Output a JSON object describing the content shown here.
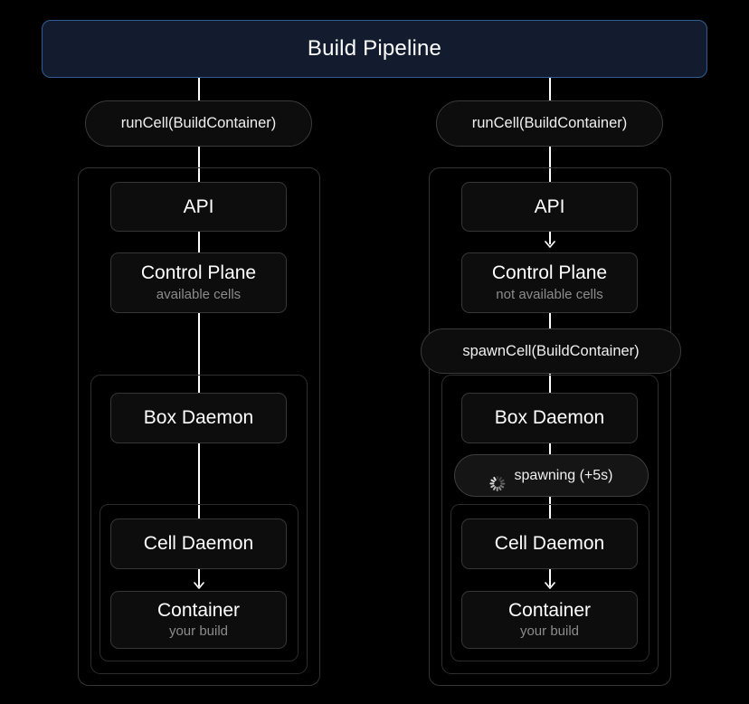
{
  "header": {
    "title": "Build Pipeline",
    "fill": "#121c2e",
    "border": "#2f5d93"
  },
  "left_branch": {
    "call_pill": "runCell(BuildContainer)",
    "nodes": {
      "api": {
        "title": "API"
      },
      "control_plane": {
        "title": "Control Plane",
        "subtitle": "available cells"
      },
      "box_daemon": {
        "title": "Box Daemon"
      },
      "cell_daemon": {
        "title": "Cell Daemon"
      },
      "container": {
        "title": "Container",
        "subtitle": "your build"
      }
    }
  },
  "right_branch": {
    "call_pill": "runCell(BuildContainer)",
    "spawn_pill": "spawnCell(BuildContainer)",
    "status_pill": {
      "label": "spawning (+5s)",
      "icon": "spinner-icon"
    },
    "nodes": {
      "api": {
        "title": "API"
      },
      "control_plane": {
        "title": "Control Plane",
        "subtitle": "not available cells"
      },
      "box_daemon": {
        "title": "Box Daemon"
      },
      "cell_daemon": {
        "title": "Cell Daemon"
      },
      "container": {
        "title": "Container",
        "subtitle": "your build"
      }
    }
  },
  "colors": {
    "background": "#000000",
    "node_fill": "#0d0d0d",
    "node_border": "#363636",
    "connector": "#ffffff",
    "subtitle": "#8b8b8b"
  }
}
